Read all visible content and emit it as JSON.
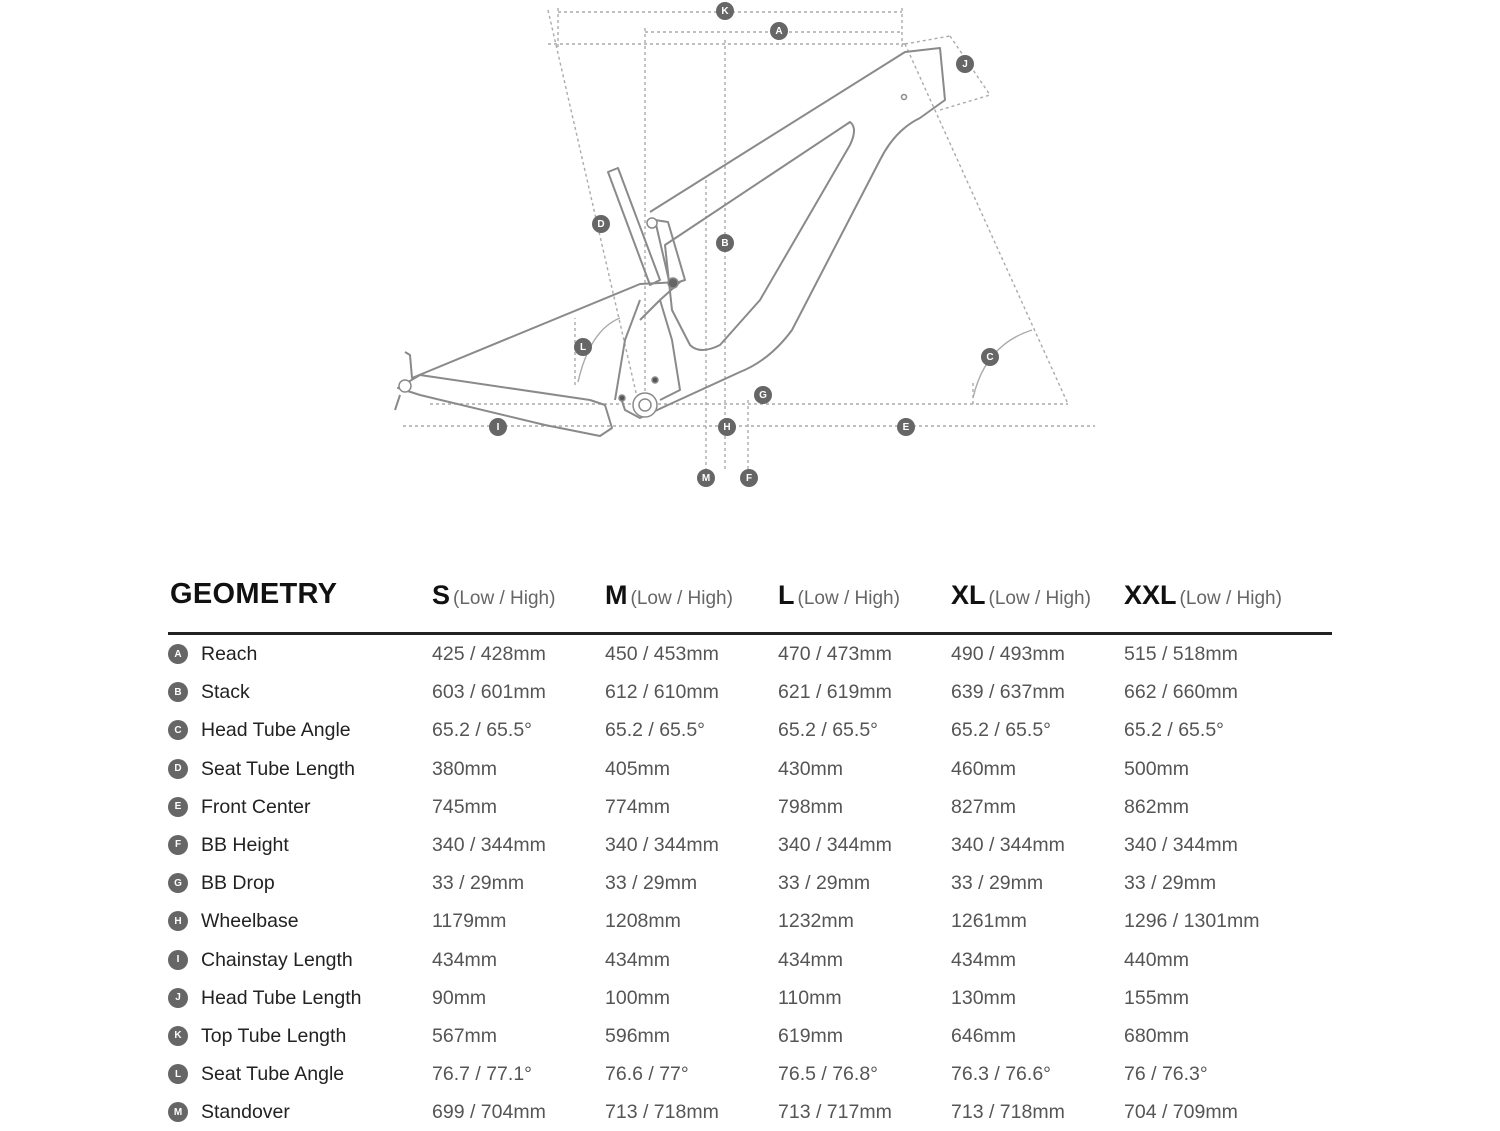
{
  "diagram": {
    "markers": [
      "A",
      "B",
      "C",
      "D",
      "E",
      "F",
      "G",
      "H",
      "I",
      "J",
      "K",
      "L",
      "M"
    ]
  },
  "table": {
    "title": "GEOMETRY",
    "sizes": [
      {
        "code": "S",
        "note": "(Low / High)"
      },
      {
        "code": "M",
        "note": "(Low / High)"
      },
      {
        "code": "L",
        "note": "(Low / High)"
      },
      {
        "code": "XL",
        "note": "(Low / High)"
      },
      {
        "code": "XXL",
        "note": "(Low / High)"
      }
    ],
    "rows": [
      {
        "key": "A",
        "label": "Reach",
        "values": [
          "425 / 428mm",
          "450 / 453mm",
          "470 / 473mm",
          "490 / 493mm",
          "515 / 518mm"
        ]
      },
      {
        "key": "B",
        "label": "Stack",
        "values": [
          "603 / 601mm",
          "612 / 610mm",
          "621 / 619mm",
          "639 / 637mm",
          "662 / 660mm"
        ]
      },
      {
        "key": "C",
        "label": "Head Tube Angle",
        "values": [
          "65.2 / 65.5°",
          "65.2 / 65.5°",
          "65.2 / 65.5°",
          "65.2 / 65.5°",
          "65.2 / 65.5°"
        ]
      },
      {
        "key": "D",
        "label": "Seat Tube Length",
        "values": [
          "380mm",
          "405mm",
          "430mm",
          "460mm",
          "500mm"
        ]
      },
      {
        "key": "E",
        "label": "Front Center",
        "values": [
          "745mm",
          "774mm",
          "798mm",
          "827mm",
          "862mm"
        ]
      },
      {
        "key": "F",
        "label": "BB Height",
        "values": [
          "340 / 344mm",
          "340 / 344mm",
          "340 / 344mm",
          "340 / 344mm",
          "340 / 344mm"
        ]
      },
      {
        "key": "G",
        "label": "BB Drop",
        "values": [
          "33 / 29mm",
          "33 / 29mm",
          "33 / 29mm",
          "33 / 29mm",
          "33 / 29mm"
        ]
      },
      {
        "key": "H",
        "label": "Wheelbase",
        "values": [
          "1179mm",
          "1208mm",
          "1232mm",
          "1261mm",
          "1296 / 1301mm"
        ]
      },
      {
        "key": "I",
        "label": "Chainstay Length",
        "values": [
          "434mm",
          "434mm",
          "434mm",
          "434mm",
          "440mm"
        ]
      },
      {
        "key": "J",
        "label": "Head Tube Length",
        "values": [
          "90mm",
          "100mm",
          "110mm",
          "130mm",
          "155mm"
        ]
      },
      {
        "key": "K",
        "label": "Top Tube Length",
        "values": [
          "567mm",
          "596mm",
          "619mm",
          "646mm",
          "680mm"
        ]
      },
      {
        "key": "L",
        "label": "Seat Tube Angle",
        "values": [
          "76.7 / 77.1°",
          "76.6 / 77°",
          "76.5 / 76.8°",
          "76.3 / 76.6°",
          "76 / 76.3°"
        ]
      },
      {
        "key": "M",
        "label": "Standover",
        "values": [
          "699 / 704mm",
          "713 / 718mm",
          "713 / 717mm",
          "713 / 718mm",
          "704 / 709mm"
        ]
      }
    ]
  }
}
